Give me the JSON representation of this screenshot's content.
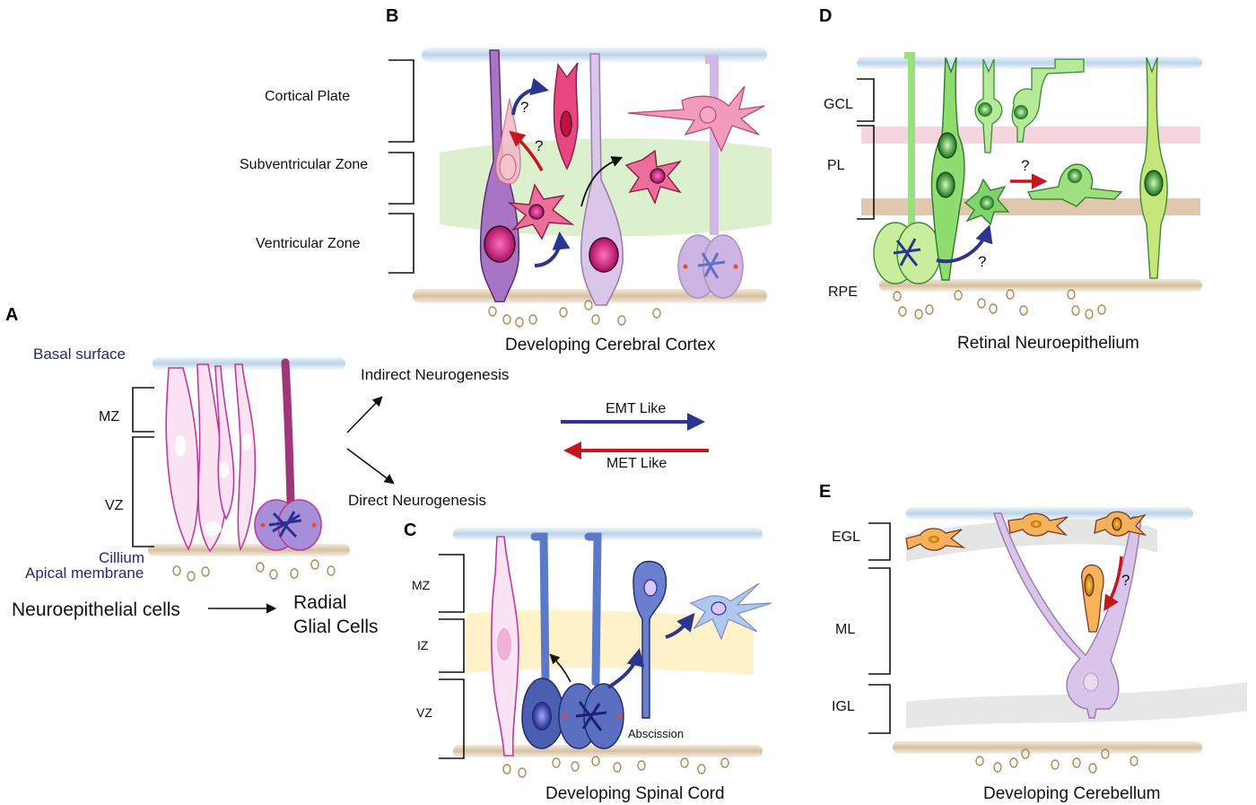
{
  "panels": {
    "a": {
      "letter": "A",
      "basal_surface": "Basal surface",
      "zones": [
        "MZ",
        "VZ"
      ],
      "cillium": "Cillium",
      "apical_membrane": "Apical membrane",
      "source_cells": "Neuroepithelial cells",
      "target_cells_line1": "Radial",
      "target_cells_line2": "Glial Cells"
    },
    "b": {
      "letter": "B",
      "zones": [
        "Cortical Plate",
        "Subventricular Zone",
        "Ventricular Zone"
      ],
      "question_marks": [
        "?",
        "?"
      ],
      "caption": "Developing Cerebral Cortex"
    },
    "c": {
      "letter": "C",
      "zones": [
        "MZ",
        "IZ",
        "VZ"
      ],
      "abscission": "Abscission",
      "caption": "Developing Spinal Cord"
    },
    "d": {
      "letter": "D",
      "zones": [
        "GCL",
        "PL",
        "RPE"
      ],
      "question_marks": [
        "?",
        "?"
      ],
      "caption": "Retinal Neuroepithelium"
    },
    "e": {
      "letter": "E",
      "zones": [
        "EGL",
        "ML",
        "IGL"
      ],
      "question_marks": [
        "?"
      ],
      "caption": "Developing Cerebellum"
    }
  },
  "center": {
    "indirect": "Indirect Neurogenesis",
    "direct": "Direct Neurogenesis",
    "emt": "EMT Like",
    "met": "MET Like"
  },
  "colors": {
    "emt_arrow": "#2b3590",
    "met_arrow": "#c4161c",
    "neuroepithelial": "#c2389e",
    "cortex_cells": "#e0457b",
    "radial_glia": "#9a6ab2",
    "spinal_cells": "#4a5fb0",
    "retina_cells": "#7fd36a",
    "cerebellum_cells": "#c7aee0",
    "granule_cells": "#f5a54a",
    "basal_surface": "#bcd4ea",
    "apical_membrane": "#d8c4a4"
  }
}
